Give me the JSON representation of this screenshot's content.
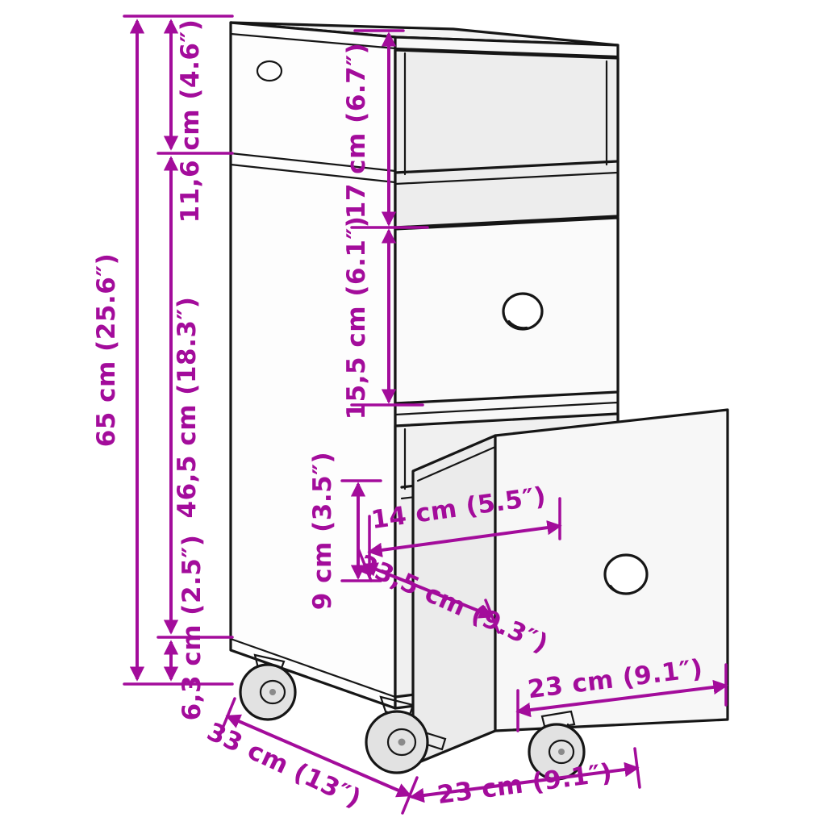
{
  "diagram": {
    "type": "product-dimension-diagram",
    "dimensions": {
      "total_height": "65 cm (25.6″)",
      "upper_section_height": "11,6 cm (4.6″)",
      "middle_section_height": "46,5 cm (18.3″)",
      "caster_height": "6,3 cm (2.5″)",
      "top_compartment_height": "17 cm (6.7″)",
      "drawer_front_height": "15,5 cm (6.1″)",
      "interior_height": "9 cm (3.5″)",
      "interior_width": "14 cm (5.5″)",
      "interior_depth": "23,5 cm (9.3″)",
      "drawer_width": "23 cm (9.1″)",
      "depth": "33 cm (13″)",
      "width": "23 cm (9.1″)"
    },
    "colors": {
      "dimension": "#A30C9B",
      "outline": "#161616",
      "background": "#FFFFFF"
    }
  }
}
